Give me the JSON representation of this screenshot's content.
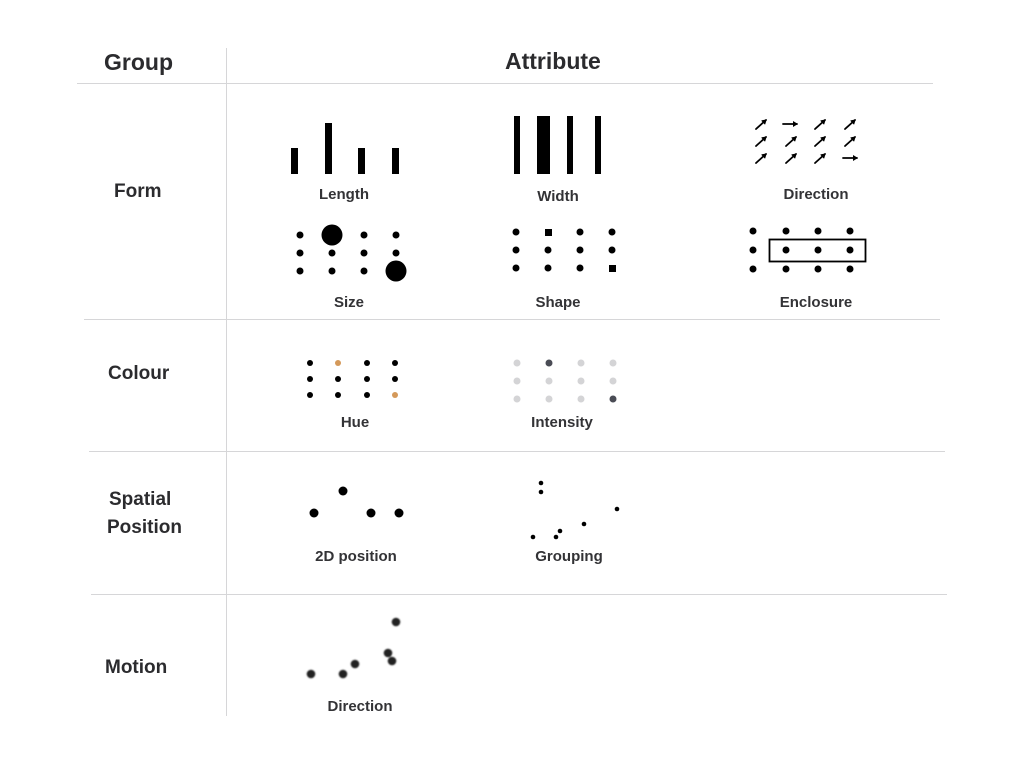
{
  "header": {
    "group_label": "Group",
    "attribute_label": "Attribute"
  },
  "groups": [
    {
      "name": "Form",
      "attributes": [
        "Length",
        "Width",
        "Direction",
        "Size",
        "Shape",
        "Enclosure"
      ]
    },
    {
      "name": "Colour",
      "attributes": [
        "Hue",
        "Intensity"
      ]
    },
    {
      "name": "Spatial Position",
      "name_lines": [
        "Spatial",
        "Position"
      ],
      "attributes": [
        "2D position",
        "Grouping"
      ]
    },
    {
      "name": "Motion",
      "attributes": [
        "Direction"
      ]
    }
  ],
  "labels": {
    "length": "Length",
    "width": "Width",
    "direction": "Direction",
    "size": "Size",
    "shape": "Shape",
    "enclosure": "Enclosure",
    "hue": "Hue",
    "intensity": "Intensity",
    "position_2d": "2D position",
    "grouping": "Grouping",
    "motion_direction": "Direction"
  },
  "colors": {
    "text": "#2b2b2e",
    "glyph": "#000000",
    "rule": "#d6d6d8",
    "hue_accent": "#d4995a",
    "intensity_light": "#d4d4d6",
    "intensity_dark": "#4a4c55"
  },
  "icons": {
    "arrow_diagonal": "↗",
    "arrow_right": "→"
  }
}
